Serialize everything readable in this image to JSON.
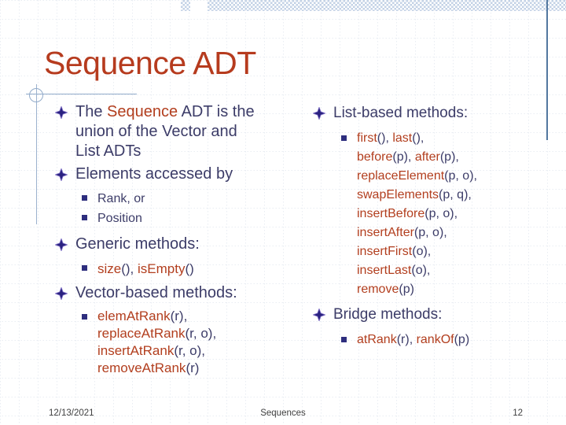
{
  "slide": {
    "title": "Sequence ADT",
    "footer": {
      "date": "12/13/2021",
      "center": "Sequences",
      "page": "12"
    }
  },
  "left": {
    "b1": [
      {
        "t": "The ",
        "c": "b"
      },
      {
        "t": "Sequence",
        "c": "r"
      },
      {
        "t": " ADT is the\nunion of the Vector and\nList ADTs",
        "c": "b"
      }
    ],
    "b2": "Elements accessed by",
    "b2_subs": [
      "Rank, or",
      "Position"
    ],
    "b3": "Generic methods:",
    "b3_sub": [
      {
        "t": "size",
        "c": "r"
      },
      {
        "t": "(), ",
        "c": "b"
      },
      {
        "t": "isEmpty",
        "c": "r"
      },
      {
        "t": "()",
        "c": "b"
      }
    ],
    "b4": "Vector-based methods:",
    "b4_sub_lines": [
      [
        {
          "t": "elemAtRank",
          "c": "r"
        },
        {
          "t": "(r),",
          "c": "b"
        }
      ],
      [
        {
          "t": "replaceAtRank",
          "c": "r"
        },
        {
          "t": "(r, o),",
          "c": "b"
        }
      ],
      [
        {
          "t": "insertAtRank",
          "c": "r"
        },
        {
          "t": "(r, o),",
          "c": "b"
        }
      ],
      [
        {
          "t": "removeAtRank",
          "c": "r"
        },
        {
          "t": "(r)",
          "c": "b"
        }
      ]
    ]
  },
  "right": {
    "b1": "List-based methods:",
    "b1_sub_lines": [
      [
        {
          "t": "first",
          "c": "r"
        },
        {
          "t": "(), ",
          "c": "b"
        },
        {
          "t": "last",
          "c": "r"
        },
        {
          "t": "(),",
          "c": "b"
        }
      ],
      [
        {
          "t": "before",
          "c": "r"
        },
        {
          "t": "(p), ",
          "c": "b"
        },
        {
          "t": "after",
          "c": "r"
        },
        {
          "t": "(p),",
          "c": "b"
        }
      ],
      [
        {
          "t": "replaceElement",
          "c": "r"
        },
        {
          "t": "(p, o),",
          "c": "b"
        }
      ],
      [
        {
          "t": "swapElements",
          "c": "r"
        },
        {
          "t": "(p, q),",
          "c": "b"
        }
      ],
      [
        {
          "t": "insertBefore",
          "c": "r"
        },
        {
          "t": "(p, o),",
          "c": "b"
        }
      ],
      [
        {
          "t": "insertAfter",
          "c": "r"
        },
        {
          "t": "(p, o),",
          "c": "b"
        }
      ],
      [
        {
          "t": "insertFirst",
          "c": "r"
        },
        {
          "t": "(o),",
          "c": "b"
        }
      ],
      [
        {
          "t": "insertLast",
          "c": "r"
        },
        {
          "t": "(o),",
          "c": "b"
        }
      ],
      [
        {
          "t": "remove",
          "c": "r"
        },
        {
          "t": "(p)",
          "c": "b"
        }
      ]
    ],
    "b2": "Bridge methods:",
    "b2_sub": [
      {
        "t": "atRank",
        "c": "r"
      },
      {
        "t": "(r), ",
        "c": "b"
      },
      {
        "t": "rankOf",
        "c": "r"
      },
      {
        "t": "(p)",
        "c": "b"
      }
    ]
  },
  "colors": {
    "accent_red": "#b23e1e",
    "body_navy": "#3c3c68",
    "title_red": "#b63b1e",
    "grid_line": "#aebdd2",
    "band_blue": "#c3d2e6",
    "rule_blue": "#52779f"
  }
}
